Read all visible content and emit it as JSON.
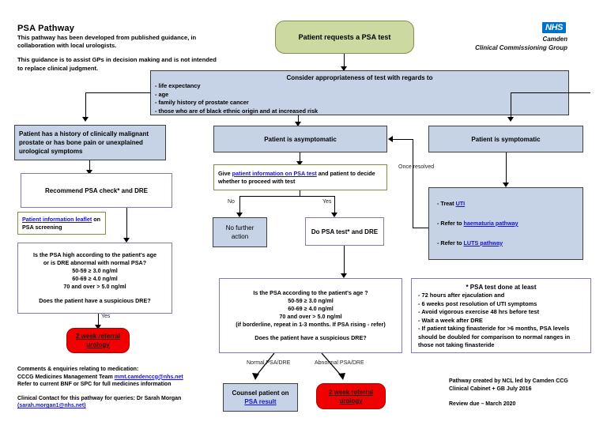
{
  "header": {
    "title": "PSA Pathway",
    "subtitle_line1": "This pathway has been developed from published guidance, in",
    "subtitle_line2": "collaboration with local urologists.",
    "para_line1": "This guidance is to assist GPs in decision making and is not intended",
    "para_line2": "to replace clinical judgment."
  },
  "logo": {
    "nhs": "NHS",
    "org": "Camden",
    "org_sub": "Clinical Commissioning Group",
    "brand_color": "#0072c6"
  },
  "nodes": {
    "start": {
      "label": "Patient requests a PSA test",
      "fill": "#ccd9a0"
    },
    "appropriateness": {
      "heading": "Consider appropriateness of test with regards to",
      "bullets": [
        "-  life expectancy",
        "- age",
        "- family history of prostate cancer",
        "- those who are of black ethnic origin and at increased risk"
      ],
      "fill": "#c6d3e6"
    },
    "malignant_history": {
      "label": "Patient has a history of clinically malignant prostate or has bone pain or unexplained urological symptoms",
      "fill": "#c6d3e6"
    },
    "recommend_psa": {
      "label": "Recommend PSA check* and DRE"
    },
    "leaflet": {
      "link": "Patient information leaflet",
      "rest": " on PSA screening"
    },
    "left_decision": {
      "line1": "Is the PSA high according to the patient's age",
      "line2": "or is DRE abnormal with normal PSA?",
      "line3": "50-59 ≥ 3.0 ng/ml",
      "line4": "60-69 ≥ 4.0 ng/ml",
      "line5": "70 and over > 5.0 ng/ml",
      "line6": "Does the patient have a suspicious DRE?"
    },
    "left_referral": {
      "line1": "2 week referral",
      "line2": "urology",
      "fill": "#f00000"
    },
    "asymptomatic": {
      "label": "Patient is asymptomatic",
      "fill": "#c6d3e6"
    },
    "give_info": {
      "pre": "Give ",
      "link": "patient information on PSA test",
      "post": " and patient to decide whether to proceed with test"
    },
    "no_further_action": {
      "line1": "No further",
      "line2": "action",
      "fill": "#c6d3e6"
    },
    "do_psa": {
      "label": "Do PSA test* and DRE"
    },
    "mid_decision": {
      "line1": "Is the PSA according to the patient's age ?",
      "line2": "50-59 ≥ 3.0 ng/ml",
      "line3": "60-69 ≥ 4.0 ng/ml",
      "line4": "70 and over > 5.0 ng/ml",
      "line5": "(if borderline, repeat in 1-3 months. If PSA rising - refer)",
      "line6": "Does the patient have a suspicious DRE?"
    },
    "counsel": {
      "pre": "Counsel patient on ",
      "link": "PSA result",
      "fill": "#c6d3e6"
    },
    "mid_referral": {
      "line1": "2 week referral",
      "line2": "urology",
      "fill": "#f00000"
    },
    "symptomatic": {
      "label": "Patient is symptomatic",
      "fill": "#c6d3e6"
    },
    "treat_refer": {
      "item1_pre": "- Treat ",
      "item1_link": "UTI",
      "item2_pre": "- Refer to ",
      "item2_link": "haematuria pathway",
      "item3_pre": "-  Refer to ",
      "item3_link": "LUTS pathway",
      "fill": "#c6d3e6"
    },
    "psa_note": {
      "heading": "* PSA test done at least",
      "lines": [
        "- 72 hours after ejaculation and",
        "- 6 weeks post resolution of UTI symptoms",
        "- Avoid vigorous exercise 48 hrs before test",
        "- Wait a week after DRE",
        "- If patient taking finasteride for >6 months, PSA levels",
        "should be doubled for comparison to normal ranges in",
        "those not taking finasteride"
      ]
    }
  },
  "edges": {
    "no": "No",
    "yes": "Yes",
    "yes_left": "Yes",
    "once_resolved": "Once resolved",
    "normal": "Normal PSA/DRE",
    "abnormal": "Abnormal PSA/DRE"
  },
  "footer_left": {
    "line1": "Comments & enquiries relating to medication:",
    "line2_pre": "CCCG Medicines Management Team ",
    "line2_link": "mmt.camdenccg@nhs.net",
    "line3": "Refer to current BNF or SPC for full medicines information",
    "line4": "Clinical Contact for this pathway for queries:   Dr Sarah Morgan",
    "line5_link": "(sarah.morgan1@nhs.net)"
  },
  "footer_right": {
    "line1": "Pathway created by NCL led by Camden CCG",
    "line2": "Clinical Cabinet + GB July 2016",
    "line3": "Review due – March 2020"
  }
}
